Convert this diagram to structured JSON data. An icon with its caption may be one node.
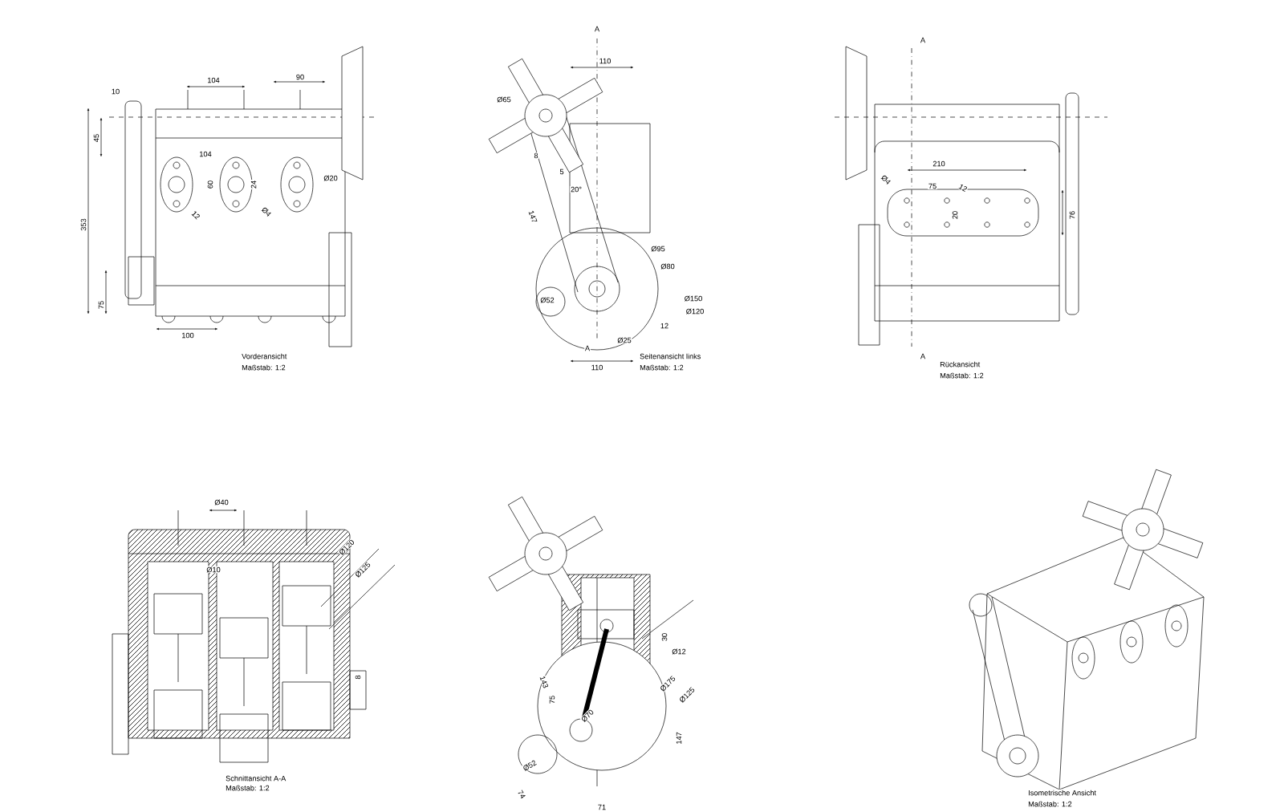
{
  "diagram": {
    "labels": [
      "10",
      "104",
      "90",
      "45",
      "353",
      "104",
      "60",
      "24",
      "Ø20",
      "12",
      "Ø4",
      "75",
      "100",
      "Vorderansicht",
      "Maßstab: 1:2",
      "A",
      "110",
      "Ø65",
      "8",
      "5",
      "20°",
      "147",
      "Ø95",
      "Ø80",
      "Ø52",
      "Ø150",
      "Ø120",
      "12",
      "Ø25",
      "A",
      "110",
      "Seitenansicht links",
      "Maßstab: 1:2",
      "A",
      "Ø4",
      "210",
      "75",
      "12",
      "20",
      "76",
      "A",
      "Rückansicht",
      "Maßstab: 1:2",
      "Ø40",
      "Ø10",
      "Ø120",
      "Ø125",
      "8",
      "Schnittansicht A-A",
      "Maßstab: 1:2",
      "30",
      "Ø12",
      "Ø175",
      "Ø125",
      "143",
      "75",
      "Ø70",
      "147",
      "Ø52",
      "74",
      "71",
      "Isometrische Ansicht",
      "Maßstab: 1:2"
    ]
  }
}
